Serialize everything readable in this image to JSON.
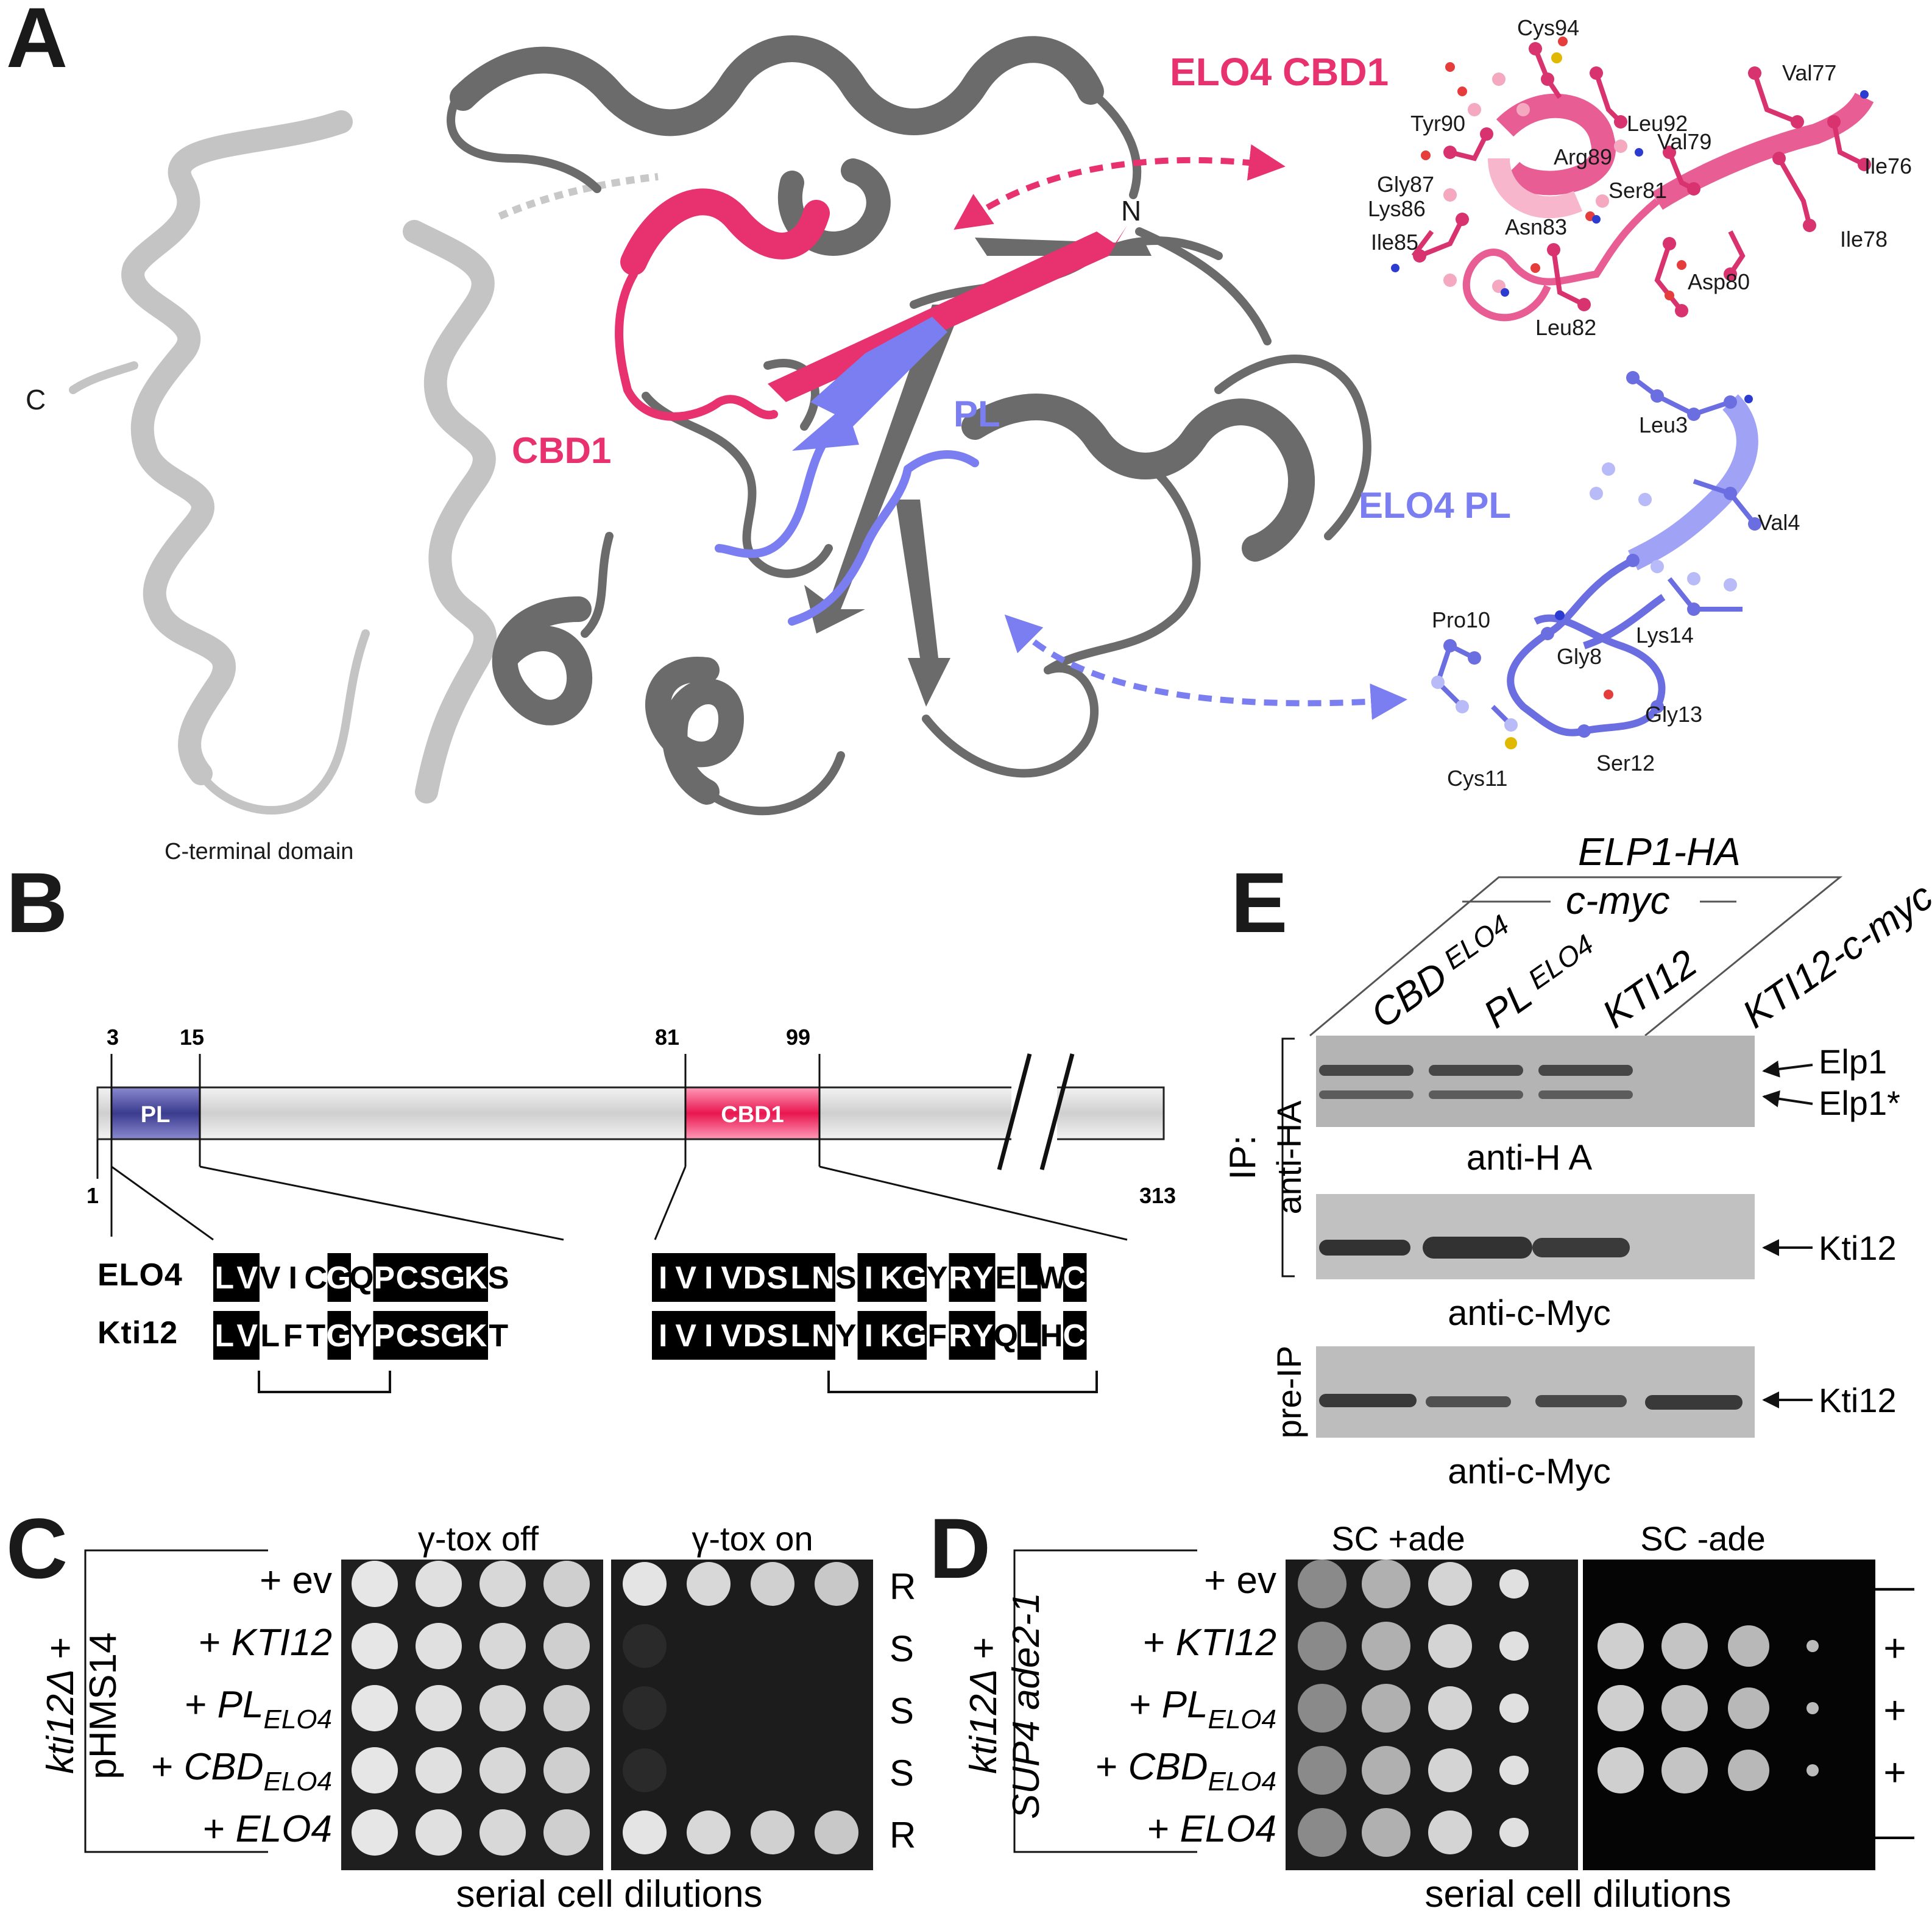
{
  "panel_labels": {
    "a": "A",
    "b": "B",
    "c": "C",
    "d": "D",
    "e": "E"
  },
  "panelA": {
    "c_terminus": "C",
    "n_terminus": "N",
    "c_terminal_domain": "C-terminal domain",
    "cbd1_label": "CBD1",
    "pl_label": "PL",
    "elo4_cbd1_title": "ELO4 CBD1",
    "elo4_pl_title": "ELO4 PL",
    "cbd1_residues": [
      "Cys94",
      "Leu92",
      "Val77",
      "Tyr90",
      "Arg89",
      "Val79",
      "Ile76",
      "Gly87",
      "Ser81",
      "Lys86",
      "Asn83",
      "Ile85",
      "Ile78",
      "Asp80",
      "Leu82"
    ],
    "pl_residues": [
      "Leu3",
      "Val4",
      "Pro10",
      "Lys14",
      "Gly8",
      "Gly13",
      "Cys11",
      "Ser12"
    ],
    "colors": {
      "cbd": "#e8316f",
      "pl": "#6b6ee0",
      "core": "#6b6b6b",
      "cterm": "#c4c4c4"
    }
  },
  "panelB": {
    "positions": [
      "3",
      "15",
      "81",
      "99",
      "1",
      "313"
    ],
    "pl_box": "PL",
    "cbd1_box": "CBD1",
    "seq_names": [
      "ELO4",
      "Kti12"
    ],
    "elo4_pl": [
      "L",
      "V",
      "V",
      "I",
      "C",
      "G",
      "Q",
      "P",
      "C",
      "S",
      "G",
      "K",
      "S"
    ],
    "kti12_pl": [
      "L",
      "V",
      "L",
      "F",
      "T",
      "G",
      "Y",
      "P",
      "C",
      "S",
      "G",
      "K",
      "T"
    ],
    "elo4_cbd": [
      "I",
      "V",
      "I",
      "V",
      "D",
      "S",
      "L",
      "N",
      "S",
      "I",
      "K",
      "G",
      "Y",
      "R",
      "Y",
      "E",
      "L",
      "W",
      "C"
    ],
    "kti12_cbd": [
      "I",
      "V",
      "I",
      "V",
      "D",
      "S",
      "L",
      "N",
      "Y",
      "I",
      "K",
      "G",
      "F",
      "R",
      "Y",
      "Q",
      "L",
      "H",
      "C"
    ]
  },
  "panelC": {
    "col_off": "γ-tox off",
    "col_on": "γ-tox on",
    "strain_line1": "kti12Δ +",
    "strain_line2": "pHMS14",
    "rows": [
      {
        "prefix": "+ ",
        "name": "ev",
        "sub": ""
      },
      {
        "prefix": "+ ",
        "name": "KTI12",
        "sub": ""
      },
      {
        "prefix": "+ ",
        "name": "PL",
        "sub": "ELO4"
      },
      {
        "prefix": "+ ",
        "name": "CBD",
        "sub": "ELO4"
      },
      {
        "prefix": "+ ",
        "name": "ELO4",
        "sub": ""
      }
    ],
    "phenotypes": [
      "R",
      "S",
      "S",
      "S",
      "R"
    ],
    "footer": "serial cell dilutions"
  },
  "panelD": {
    "col_plus": "SC +ade",
    "col_minus": "SC -ade",
    "strain_line1": "kti12Δ +",
    "strain_line2": "SUP4 ade2-1",
    "rows": [
      {
        "prefix": "+ ",
        "name": "ev",
        "sub": ""
      },
      {
        "prefix": "+ ",
        "name": "KTI12",
        "sub": ""
      },
      {
        "prefix": "+ ",
        "name": "PL",
        "sub": "ELO4"
      },
      {
        "prefix": "+ ",
        "name": "CBD",
        "sub": "ELO4"
      },
      {
        "prefix": "+ ",
        "name": "ELO4",
        "sub": ""
      }
    ],
    "growth": [
      "—",
      "+",
      "+",
      "+",
      "—"
    ],
    "footer": "serial cell dilutions"
  },
  "panelE": {
    "top_label": "ELP1-HA",
    "mid_label": "c-myc",
    "lanes": [
      {
        "name": "CBD",
        "sub": "ELO4"
      },
      {
        "name": "PL",
        "sub": "ELO4"
      },
      {
        "name": "KTI12",
        "sub": ""
      },
      {
        "name": "KTI12-c-myc",
        "sub": ""
      }
    ],
    "ip": "IP:",
    "ip_antibody": "anti-HA",
    "pre_ip": "pre-IP",
    "blot1_caption": "anti-H A",
    "blot2_caption": "anti-c-Myc",
    "blot3_caption": "anti-c-Myc",
    "band_elp1": "Elp1",
    "band_elp1_star": "Elp1*",
    "band_kti12_ip": "Kti12",
    "band_kti12_pre": "Kti12"
  }
}
